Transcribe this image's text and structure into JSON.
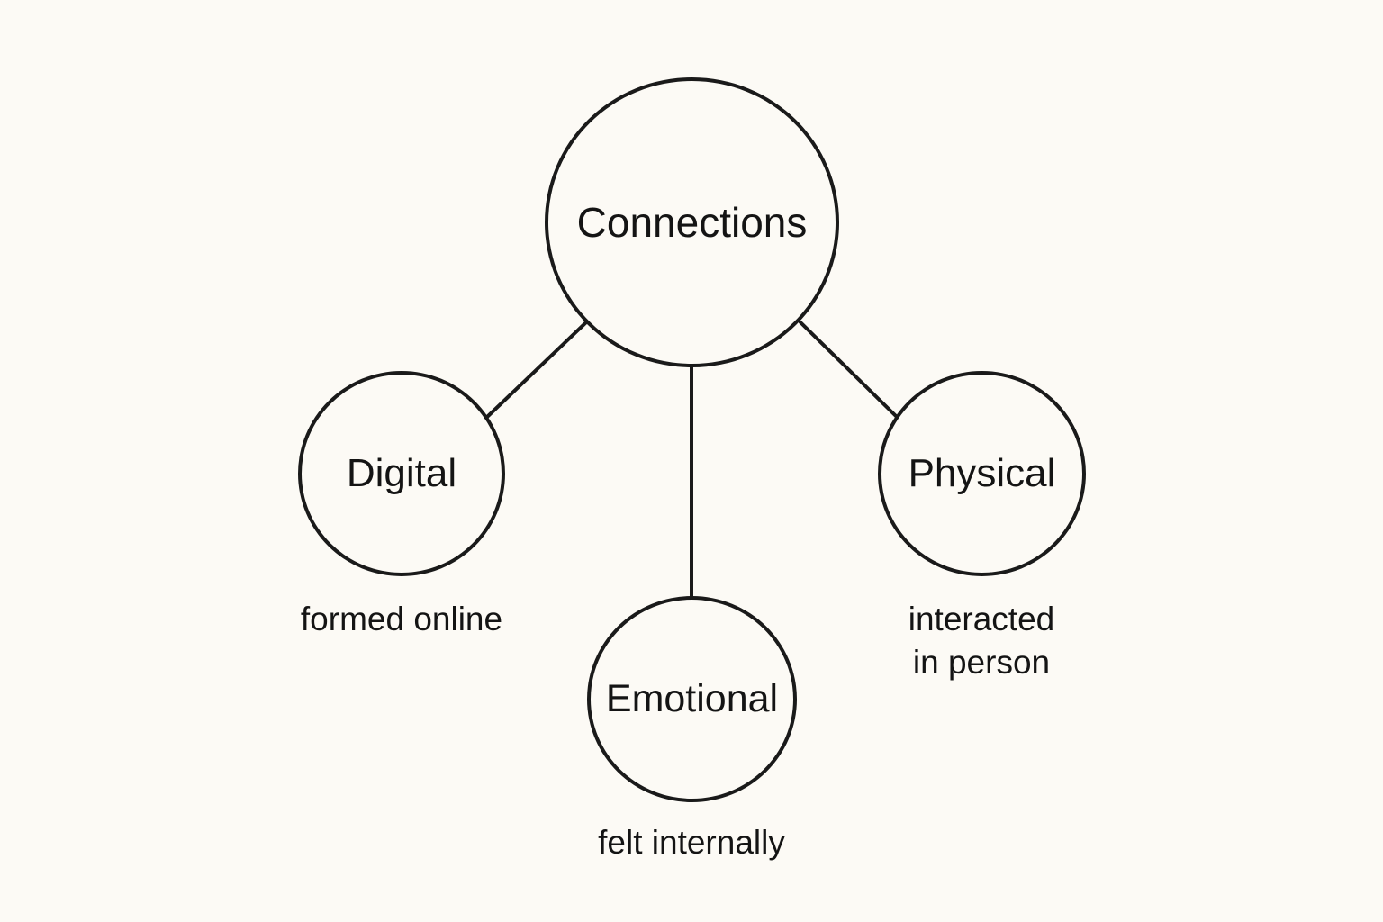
{
  "diagram": {
    "root": {
      "label": "Connections"
    },
    "children": [
      {
        "id": "digital",
        "label": "Digital",
        "caption": [
          "formed online"
        ]
      },
      {
        "id": "emotional",
        "label": "Emotional",
        "caption": [
          "felt internally"
        ]
      },
      {
        "id": "physical",
        "label": "Physical",
        "caption": [
          "interacted",
          "in person"
        ]
      }
    ]
  },
  "colors": {
    "background": "#fcfaf5",
    "stroke": "#1a1a1a",
    "text": "#141414"
  }
}
